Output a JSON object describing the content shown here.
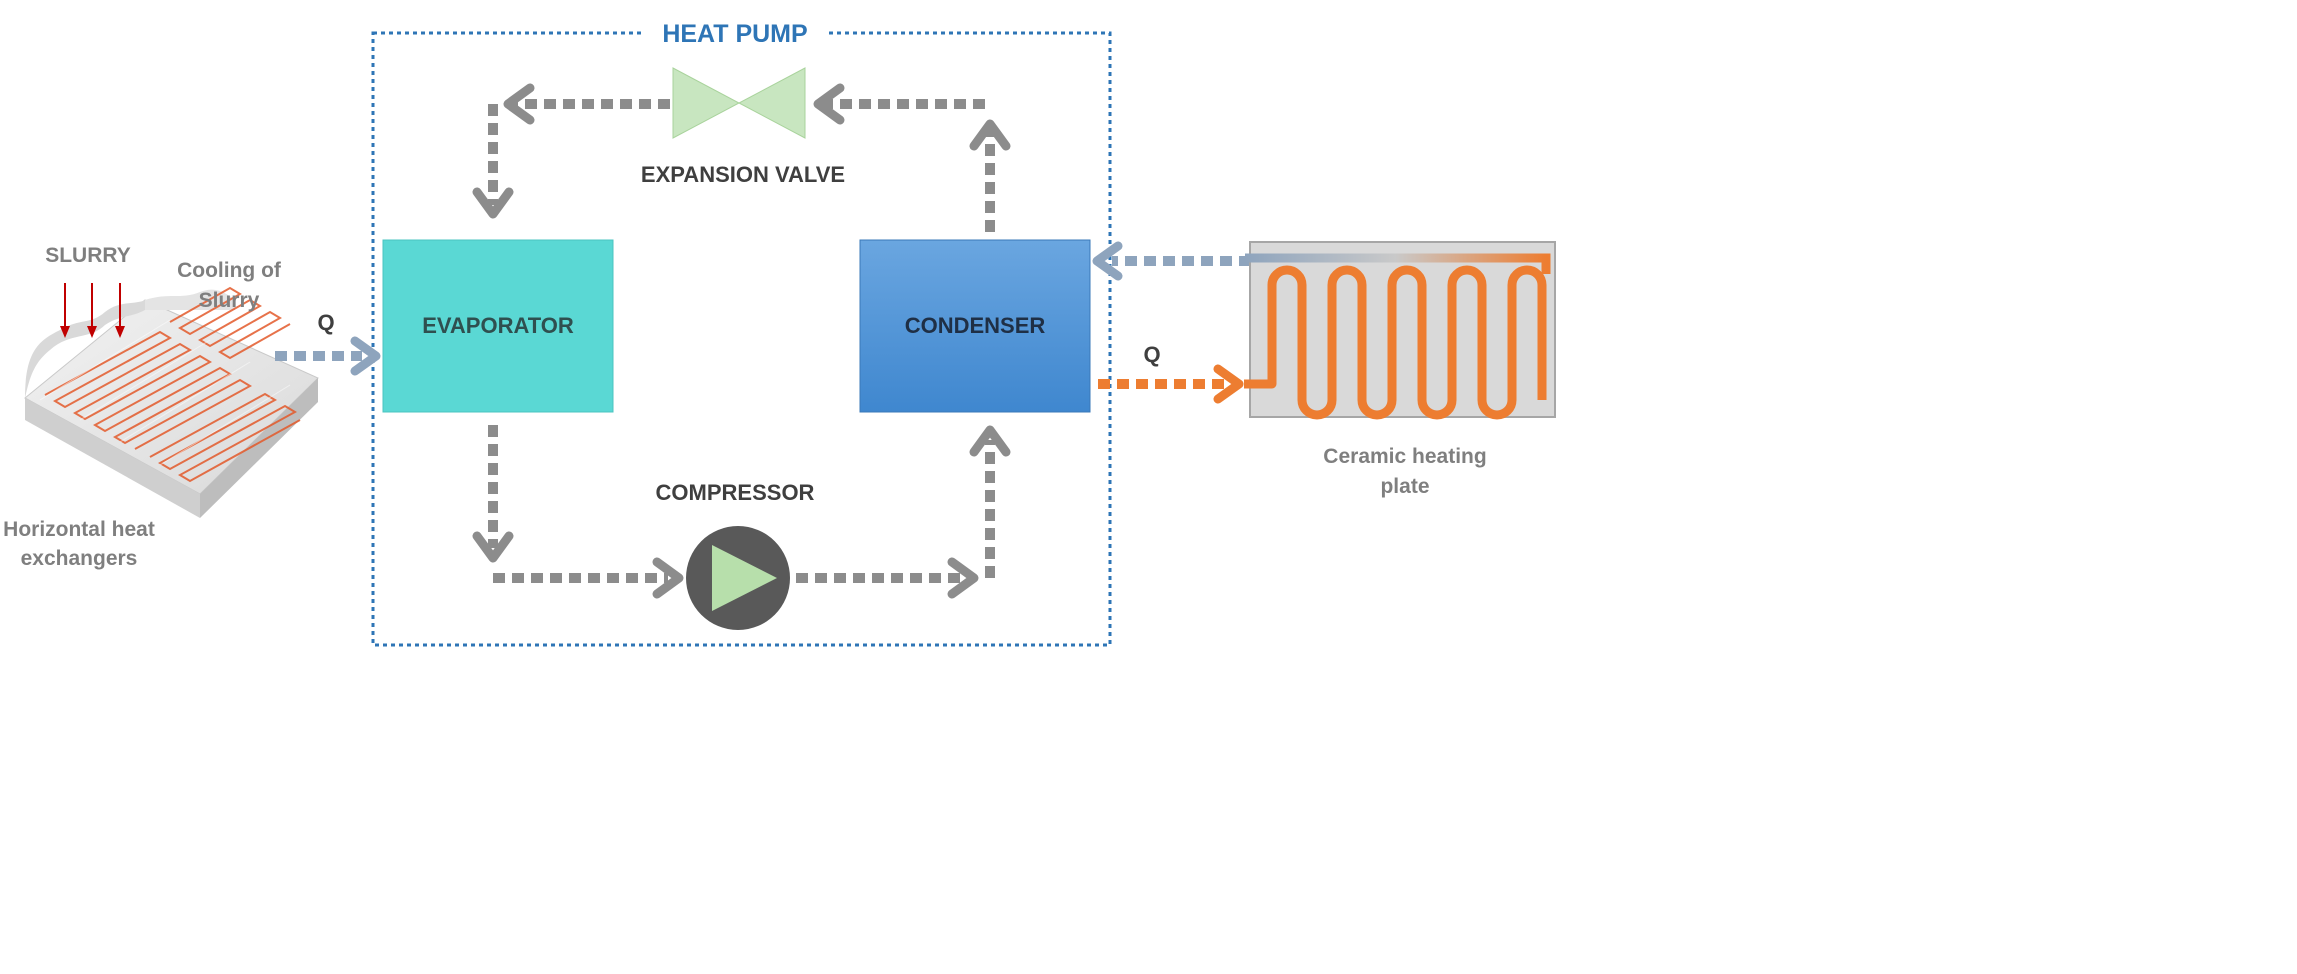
{
  "heat_pump": {
    "title": "HEAT PUMP",
    "evaporator": "EVAPORATOR",
    "condenser": "CONDENSER",
    "compressor": "COMPRESSOR",
    "expansion_valve": "EXPANSION VALVE"
  },
  "source": {
    "slurry": "SLURRY",
    "cooling_line1": "Cooling of",
    "cooling_line2": "Slurry",
    "exchanger_line1": "Horizontal heat",
    "exchanger_line2": "exchangers",
    "flow_label": "Q"
  },
  "sink": {
    "plate_line1": "Ceramic heating",
    "plate_line2": "plate",
    "flow_label": "Q"
  },
  "colors": {
    "frame": "#2e75b6",
    "title": "#2e75b6",
    "evaporator": "#5ad8d4",
    "condenser": "#4a90d9",
    "refrigerant_arrow": "#8c8c8c",
    "blue_arrow": "#8ea4bd",
    "orange_arrow": "#ed7d31",
    "compressor_body": "#595959",
    "compressor_triangle": "#b7dfab",
    "valve": "#c8e6c0",
    "slurry_arrows": "#c00000"
  }
}
